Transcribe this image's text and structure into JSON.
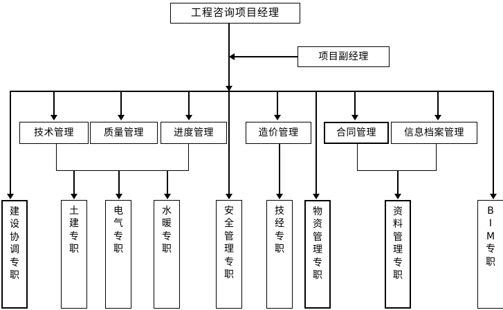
{
  "diagram": {
    "type": "organization-chart",
    "title_node": {
      "label": "工程咨询项目经理"
    },
    "deputy_node": {
      "label": "项目副经理"
    },
    "departments": [
      {
        "id": "tech",
        "label": "技术管理",
        "emphasis": false
      },
      {
        "id": "quality",
        "label": "质量管理",
        "emphasis": false
      },
      {
        "id": "schedule",
        "label": "进度管理",
        "emphasis": false
      },
      {
        "id": "cost",
        "label": "造价管理",
        "emphasis": false
      },
      {
        "id": "contract",
        "label": "合同管理",
        "emphasis": true
      },
      {
        "id": "info-archive",
        "label": "信息档案管理",
        "emphasis": false
      }
    ],
    "staff": [
      {
        "id": "construction-coordination",
        "label": "建设协调专职",
        "emphasis": true
      },
      {
        "id": "civil",
        "label": "土建专职",
        "emphasis": false
      },
      {
        "id": "electrical",
        "label": "电气专职",
        "emphasis": false
      },
      {
        "id": "hvac",
        "label": "水暖专职",
        "emphasis": false
      },
      {
        "id": "safety",
        "label": "安全管理专职",
        "emphasis": false
      },
      {
        "id": "technical-economics",
        "label": "技经专职",
        "emphasis": false
      },
      {
        "id": "materials",
        "label": "物资管理专职",
        "emphasis": true
      },
      {
        "id": "documents",
        "label": "资料管理专职",
        "emphasis": true
      },
      {
        "id": "bim",
        "label": "BIM专职",
        "emphasis": false
      }
    ],
    "colors": {
      "line": "#000000",
      "box_fill": "#ffffff",
      "text": "#000000"
    }
  }
}
